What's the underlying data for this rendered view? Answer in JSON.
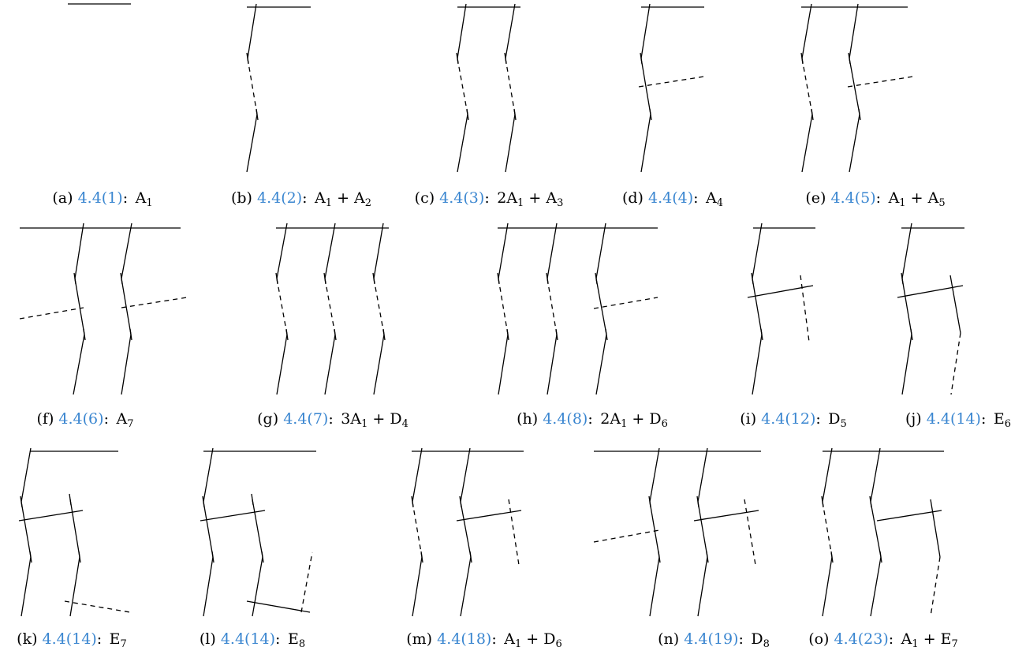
{
  "panels": [
    {
      "letter": "(a)",
      "ref": "4.4(1)",
      "label": "A1",
      "label_parts": [
        [
          "A",
          "1"
        ]
      ]
    },
    {
      "letter": "(b)",
      "ref": "4.4(2)",
      "label": "A1 + A2",
      "label_parts": [
        [
          "A",
          "1"
        ],
        " + ",
        [
          "A",
          "2"
        ]
      ]
    },
    {
      "letter": "(c)",
      "ref": "4.4(3)",
      "label": "2A1 + A3",
      "label_parts": [
        "2",
        [
          "A",
          "1"
        ],
        " + ",
        [
          "A",
          "3"
        ]
      ]
    },
    {
      "letter": "(d)",
      "ref": "4.4(4)",
      "label": "A4",
      "label_parts": [
        [
          "A",
          "4"
        ]
      ]
    },
    {
      "letter": "(e)",
      "ref": "4.4(5)",
      "label": "A1 + A5",
      "label_parts": [
        [
          "A",
          "1"
        ],
        " + ",
        [
          "A",
          "5"
        ]
      ]
    },
    {
      "letter": "(f)",
      "ref": "4.4(6)",
      "label": "A7",
      "label_parts": [
        [
          "A",
          "7"
        ]
      ]
    },
    {
      "letter": "(g)",
      "ref": "4.4(7)",
      "label": "3A1 + D4",
      "label_parts": [
        "3",
        [
          "A",
          "1"
        ],
        " + ",
        [
          "D",
          "4"
        ]
      ]
    },
    {
      "letter": "(h)",
      "ref": "4.4(8)",
      "label": "2A1 + D6",
      "label_parts": [
        "2",
        [
          "A",
          "1"
        ],
        " + ",
        [
          "D",
          "6"
        ]
      ]
    },
    {
      "letter": "(i)",
      "ref": "4.4(12)",
      "label": "D5",
      "label_parts": [
        [
          "D",
          "5"
        ]
      ]
    },
    {
      "letter": "(j)",
      "ref": "4.4(14)",
      "label": "E6",
      "label_parts": [
        [
          "E",
          "6"
        ]
      ]
    },
    {
      "letter": "(k)",
      "ref": "4.4(14)",
      "label": "E7",
      "label_parts": [
        [
          "E",
          "7"
        ]
      ]
    },
    {
      "letter": "(l)",
      "ref": "4.4(14)",
      "label": "E8",
      "label_parts": [
        [
          "E",
          "8"
        ]
      ]
    },
    {
      "letter": "(m)",
      "ref": "4.4(18)",
      "label": "A1 + D6",
      "label_parts": [
        [
          "A",
          "1"
        ],
        " + ",
        [
          "D",
          "6"
        ]
      ]
    },
    {
      "letter": "(n)",
      "ref": "4.4(19)",
      "label": "D8",
      "label_parts": [
        [
          "D",
          "8"
        ]
      ]
    },
    {
      "letter": "(o)",
      "ref": "4.4(23)",
      "label": "A1 + E7",
      "label_parts": [
        [
          "A",
          "1"
        ],
        " + ",
        [
          "E",
          "7"
        ]
      ]
    }
  ]
}
